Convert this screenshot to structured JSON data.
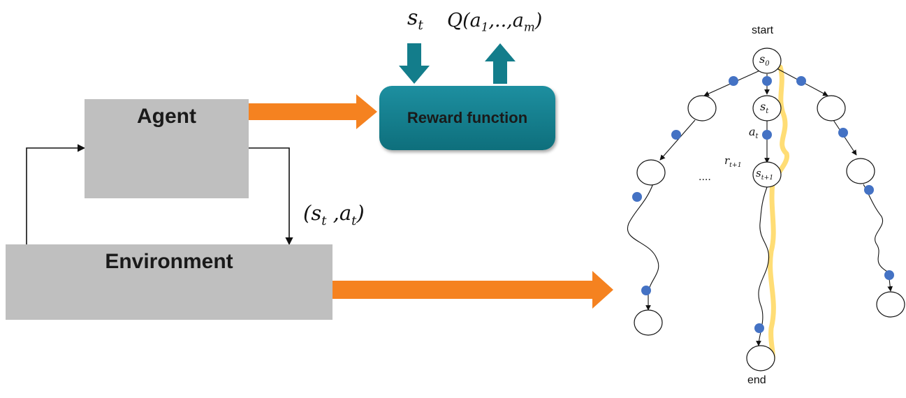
{
  "agent": {
    "label": "Agent"
  },
  "environment": {
    "label": "Environment"
  },
  "reward": {
    "label": "Reward function"
  },
  "labels": {
    "state_in": "s",
    "state_in_sub": "t",
    "q_prefix": "Q(a",
    "q_sub1": "1",
    "q_mid": ",..,a",
    "q_sub2": "m",
    "q_suffix": ")",
    "pair_prefix": "(s",
    "pair_sub1": "t",
    "pair_mid": " ,a",
    "pair_sub2": "t",
    "pair_suffix": ")"
  },
  "tree": {
    "start": "start",
    "end": "end",
    "s0": "s",
    "s0_sub": "0",
    "st": "s",
    "st_sub": "t",
    "at": "a",
    "at_sub": "t",
    "rt": "r",
    "rt_sub": "t+1",
    "st1": "s",
    "st1_sub": "t+1",
    "dots": "...."
  },
  "colors": {
    "box_fill": "#bfbfbf",
    "reward_fill": "#137d8b",
    "orange_arrow": "#f58220",
    "teal_arrow": "#137d8b",
    "action_dot": "#4472c4",
    "highlight_path": "#ffd966"
  }
}
